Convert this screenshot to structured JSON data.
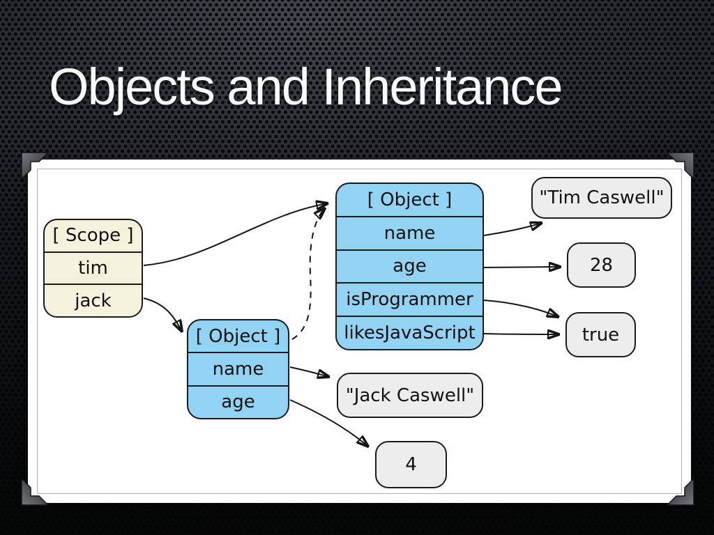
{
  "slide": {
    "title": "Objects and Inheritance"
  },
  "diagram": {
    "scope": {
      "header": "[ Scope ]",
      "rows": [
        "tim",
        "jack"
      ]
    },
    "tim_object": {
      "header": "[ Object ]",
      "rows": [
        "name",
        "age",
        "isProgrammer",
        "likesJavaScript"
      ]
    },
    "jack_object": {
      "header": "[ Object ]",
      "rows": [
        "name",
        "age"
      ]
    },
    "values": {
      "tim_name": "\"Tim Caswell\"",
      "tim_age": "28",
      "tim_bool": "true",
      "jack_name": "\"Jack Caswell\"",
      "jack_age": "4"
    },
    "edges": [
      {
        "from": "scope.tim",
        "to": "tim_object",
        "style": "solid"
      },
      {
        "from": "scope.jack",
        "to": "jack_object",
        "style": "solid"
      },
      {
        "from": "jack_object.prototype",
        "to": "tim_object",
        "style": "dashed"
      },
      {
        "from": "tim_object.name",
        "to": "values.tim_name",
        "style": "solid"
      },
      {
        "from": "tim_object.age",
        "to": "values.tim_age",
        "style": "solid"
      },
      {
        "from": "tim_object.isProgrammer",
        "to": "values.tim_bool",
        "style": "solid"
      },
      {
        "from": "tim_object.likesJavaScript",
        "to": "values.tim_bool",
        "style": "solid"
      },
      {
        "from": "jack_object.name",
        "to": "values.jack_name",
        "style": "solid"
      },
      {
        "from": "jack_object.age",
        "to": "values.jack_age",
        "style": "solid"
      }
    ],
    "colors": {
      "object_fill": "#92d2f2",
      "scope_fill": "#f4f2dd",
      "value_fill": "#ededed",
      "stroke": "#1a1a1a"
    }
  }
}
